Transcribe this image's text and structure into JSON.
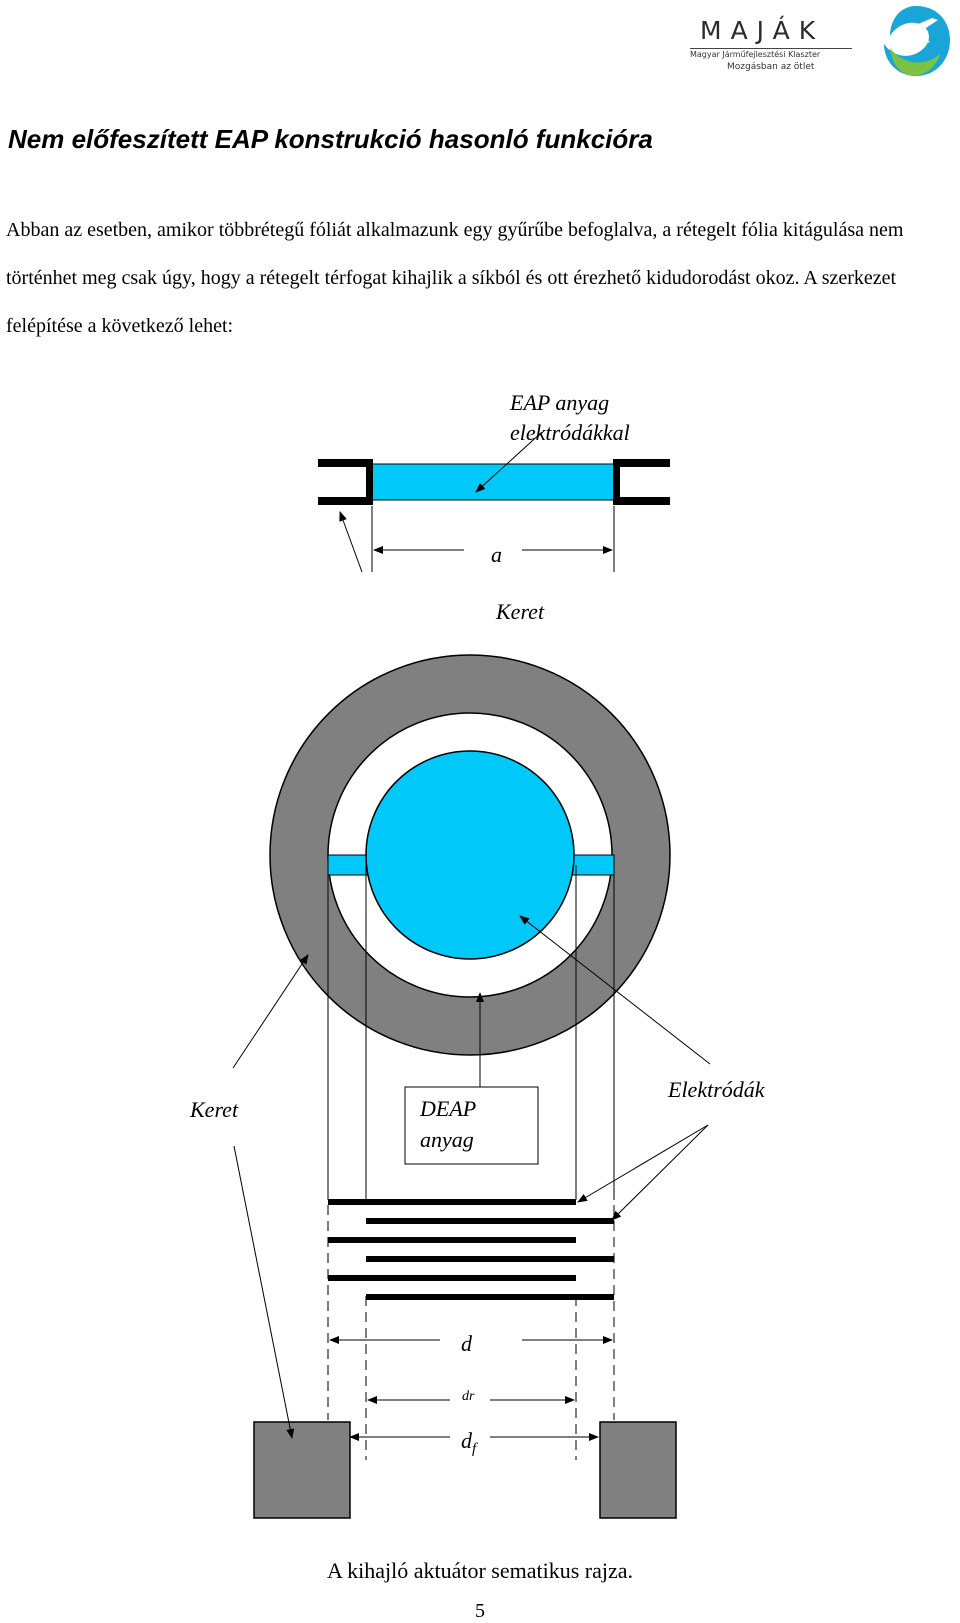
{
  "header": {
    "brand": "MAJÁK",
    "tagline": "Magyar Járműfejlesztési Klaszter",
    "slogan": "Mozgásban az ötlet"
  },
  "heading": "Nem előfeszített EAP konstrukció hasonló funkcióra",
  "paragraph": "Abban az esetben, amikor többrétegű fóliát alkalmazunk egy gyűrűbe befoglalva, a rétegelt fólia kitágulása nem történhet meg csak úgy, hogy a rétegelt térfogat kihajlik a síkból és ott érezhető kidudorodást okoz. A szerkezet felépítése a következő lehet:",
  "figure": {
    "eap_label_line1": "EAP anyag",
    "eap_label_line2": "elektródákkal",
    "dim_a": "a",
    "keret_top": "Keret",
    "keret_left": "Keret",
    "deap_line1": "DEAP",
    "deap_line2": "anyag",
    "elektrodak": "Elektródák",
    "dim_d": "d",
    "dim_dr": "dr",
    "dim_df": "d",
    "dim_df_sub": "f"
  },
  "colors": {
    "eap_fill": "#00c8f8",
    "frame_fill": "#808080",
    "accent_logo": "#1aa5d8"
  },
  "caption": "A kihajló aktuátor sematikus rajza.",
  "page_number": "5"
}
